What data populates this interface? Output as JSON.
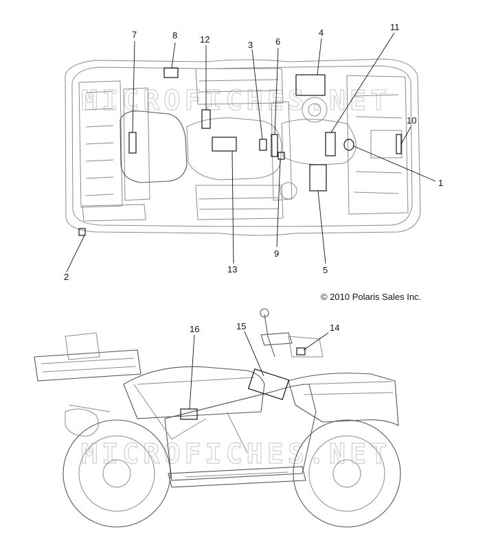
{
  "copyright": "© 2010 Polaris Sales Inc.",
  "watermark": "MICROFICHES.NET",
  "callouts": [
    {
      "id": "c1",
      "label": "1"
    },
    {
      "id": "c2",
      "label": "2"
    },
    {
      "id": "c3",
      "label": "3"
    },
    {
      "id": "c4",
      "label": "4"
    },
    {
      "id": "c5",
      "label": "5"
    },
    {
      "id": "c6",
      "label": "6"
    },
    {
      "id": "c7",
      "label": "7"
    },
    {
      "id": "c8",
      "label": "8"
    },
    {
      "id": "c9",
      "label": "9"
    },
    {
      "id": "c10",
      "label": "10"
    },
    {
      "id": "c11",
      "label": "11"
    },
    {
      "id": "c12",
      "label": "12"
    },
    {
      "id": "c13",
      "label": "13"
    },
    {
      "id": "c14",
      "label": "14"
    },
    {
      "id": "c15",
      "label": "15"
    },
    {
      "id": "c16",
      "label": "16"
    }
  ]
}
